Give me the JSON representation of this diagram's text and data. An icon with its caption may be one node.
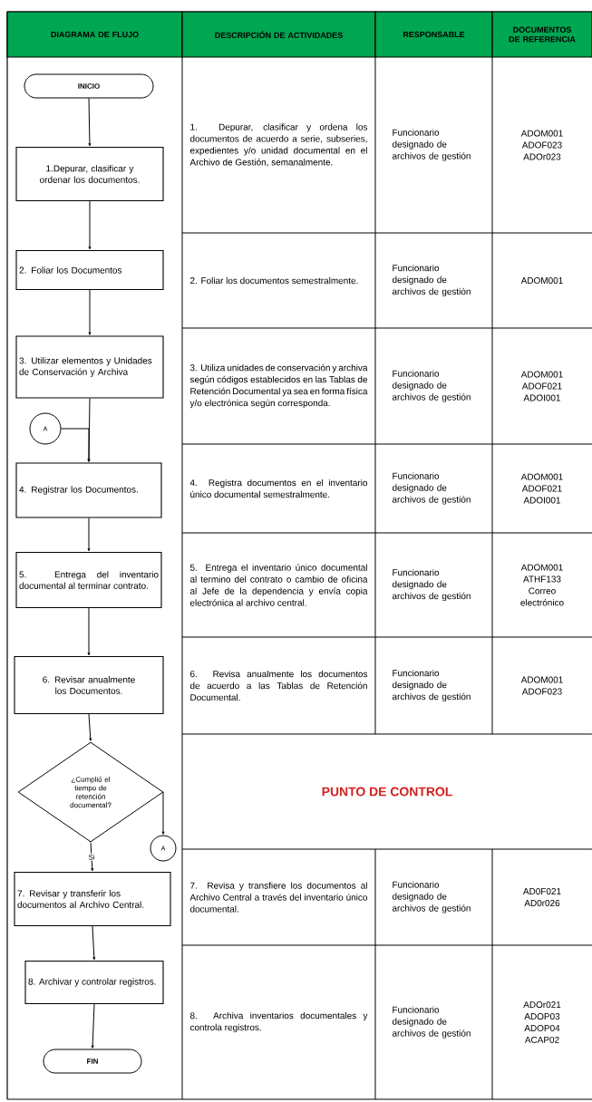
{
  "diagram": {
    "nodes": [
      {
        "text": [
          "INICIO"
        ]
      },
      {
        "text": [
          "1.Depurar, clasificar y ordenar los documentos."
        ]
      },
      {
        "text": [
          "2. Foliar los Documentos"
        ]
      },
      {
        "text": [
          "3. Utilizar elementos y Unidades de Conservación y Archiva"
        ]
      },
      {
        "text": [
          "A"
        ]
      },
      {
        "text": [
          "4. Registrar los Documentos."
        ]
      },
      {
        "text": [
          "5. Entrega del inventario documental al terminar contrato."
        ]
      },
      {
        "text": [
          "6. Revisar anualmente los Documentos."
        ]
      },
      {
        "text": [
          "¿Cumplió el tiempo de retención documental?"
        ]
      },
      {
        "text": [
          "A"
        ]
      },
      {
        "text": [
          "7. Revisar y transferir los documentos al Archivo Central."
        ]
      },
      {
        "text": [
          "8. Archivar y controlar registros."
        ]
      },
      {
        "text": [
          "FIN"
        ]
      }
    ],
    "edges": [
      {
        "from": 0,
        "to": 1,
        "arrow": "to"
      },
      {
        "from": 1,
        "to": 2,
        "arrow": "to"
      },
      {
        "from": 2,
        "to": 3,
        "arrow": "to"
      },
      {
        "from": 3,
        "to": 5,
        "arrow": "to"
      },
      {
        "from": 4,
        "to": 5,
        "arrow": "to"
      },
      {
        "from": 5,
        "to": 6,
        "arrow": "to"
      },
      {
        "from": 6,
        "to": 7,
        "arrow": "to"
      },
      {
        "from": 7,
        "to": 8,
        "arrow": "to"
      },
      {
        "from": 8,
        "to": 9,
        "arrow": "to"
      },
      {
        "from": 8,
        "to": 10,
        "arrow": "to",
        "label": "Si"
      },
      {
        "from": 10,
        "to": 11,
        "arrow": "to"
      },
      {
        "from": 11,
        "to": 12,
        "arrow": "to"
      }
    ],
    "labels": [
      "DIAGRAMA DE FLUJO",
      "DESCRIPCIÓN DE ACTIVIDADES",
      "RESPONSABLE",
      "DOCUMENTOS DE REFERENCIA",
      "1. Depurar, clasificar y ordena los documentos de acuerdo a serie, subseries, expedientes y/o unidad documental en el Archivo de Gestión, semanalmente.",
      "Funcionario designado de archivos de gestión",
      "ADOM001 ADOF023 ADOr023",
      "2. Foliar los documentos semestralmente.",
      "Funcionario designado de archivos de gestión",
      "ADOM001",
      "3. Utiliza unidades de conservación y archiva según códigos establecidos en las Tablas de Retención Documental ya sea en forma física y/o electrónica según corresponda.",
      "Funcionario designado de archivos de gestión",
      "ADOM001 ADOF021 ADOI001",
      "4. Registra documentos en el inventario único documental semestralmente.",
      "Funcionario designado de archivos de gestión",
      "ADOM001 ADOF021 ADOI001",
      "5. Entrega el inventario único documental al termino del contrato o cambio de oficina al Jefe de la dependencia y envía copia electrónica al archivo central.",
      "Funcionario designado de archivos de gestión",
      "ADOM001 ATHF133 Correo electrónico",
      "6. Revisa anualmente los documentos de acuerdo a las Tablas de Retención Documental.",
      "Funcionario designado de archivos de gestión",
      "ADOM001 ADOF023",
      "PUNTO DE CONTROL",
      "7. Revisa y transfiere los documentos al Archivo Central a través del inventario único documental.",
      "Funcionario designado de archivos de gestión",
      "AD0F021 AD0r026",
      "8. Archiva inventarios documentales y controla registros.",
      "Funcionario designado de archivos de gestión",
      "ADOr021 ADOP03 ADOP04 ACAP02"
    ]
  }
}
